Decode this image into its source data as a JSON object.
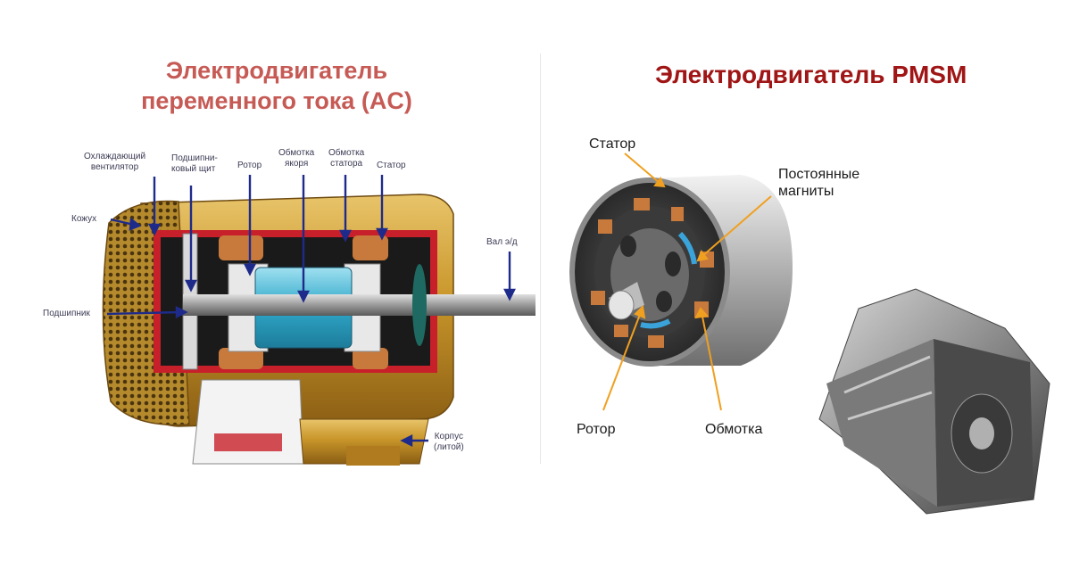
{
  "ac": {
    "title_line1": "Электродвигатель",
    "title_line2": "переменного тока (AC)",
    "labels": {
      "fan_line1": "Охлаждающий",
      "fan_line2": "вентилятор",
      "shield_line1": "Подшипни-",
      "shield_line2": "ковый щит",
      "rotor": "Ротор",
      "armature_line1": "Обмотка",
      "armature_line2": "якоря",
      "stator_wind_line1": "Обмотка",
      "stator_wind_line2": "статора",
      "stator": "Статор",
      "casing": "Кожух",
      "bearing": "Подшипник",
      "shaft": "Вал э/д",
      "housing_line1": "Корпус",
      "housing_line2": "(литой)"
    }
  },
  "pmsm": {
    "title": "Электродвигатель PMSM",
    "labels": {
      "stator": "Статор",
      "magnets_line1": "Постоянные",
      "magnets_line2": "магниты",
      "rotor": "Ротор",
      "winding": "Обмотка"
    }
  },
  "colors": {
    "ac_title": "#c65a55",
    "pmsm_title": "#a01515",
    "ac_arrows": "#1e2b8a",
    "pmsm_arrows": "#f0a020",
    "brass": "#c9962a",
    "red_interior": "#c8202a",
    "copper": "#c87a3c"
  }
}
